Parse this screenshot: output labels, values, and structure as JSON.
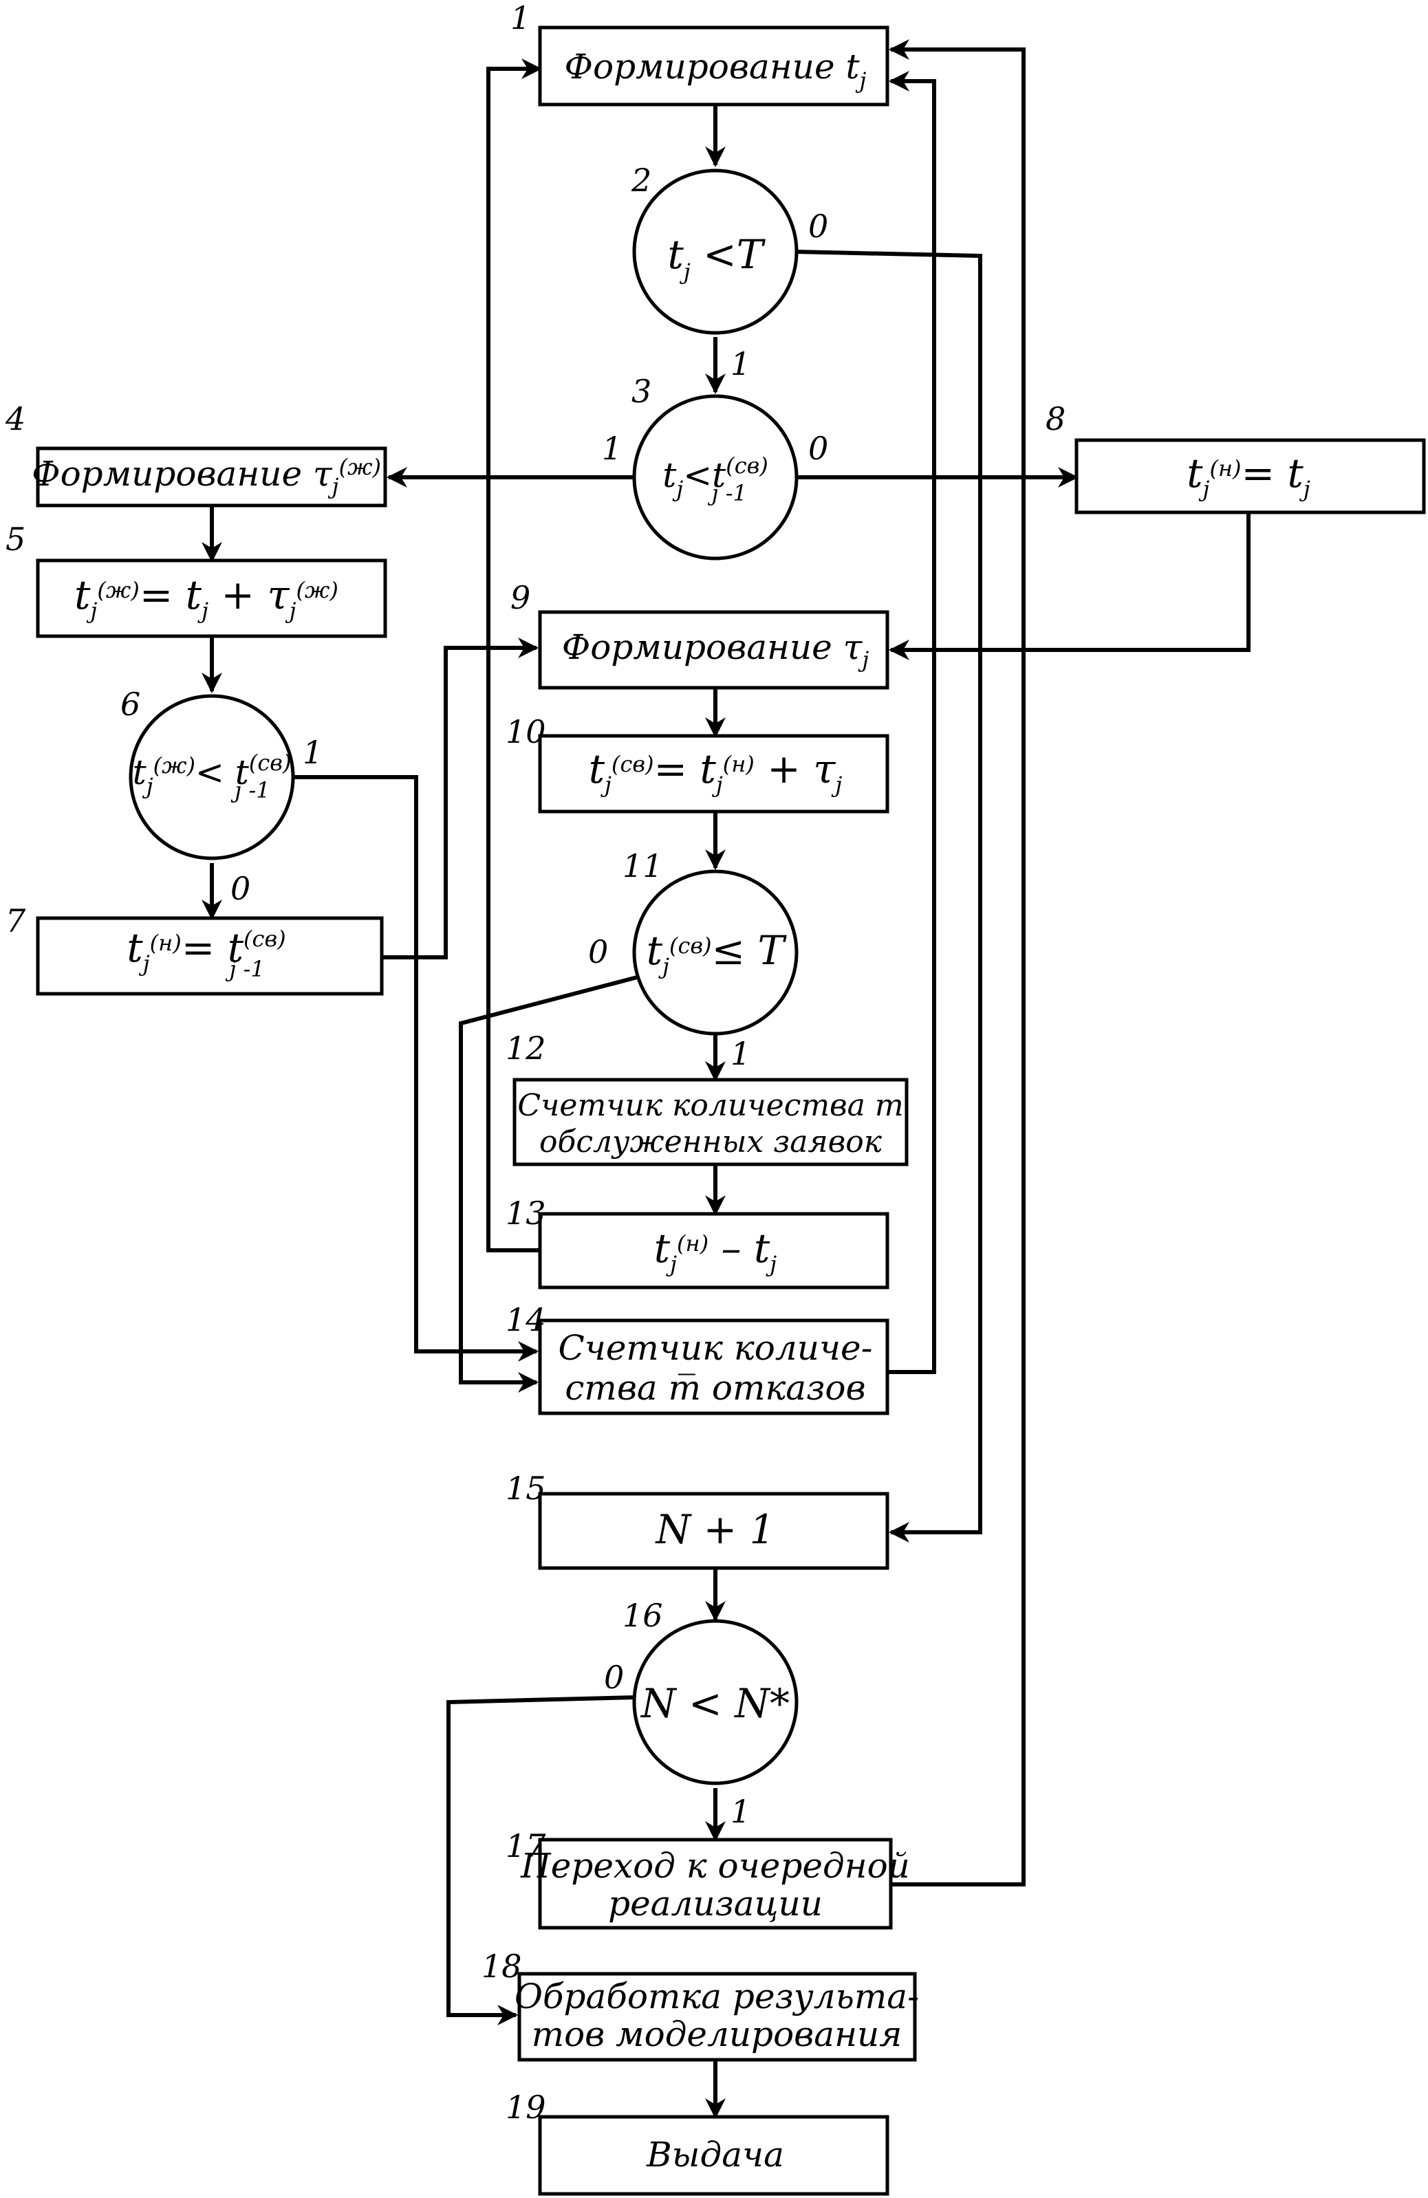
{
  "nodes": {
    "n1": {
      "num": "1",
      "text": "Формирование t",
      "sub": "j"
    },
    "n2": {
      "num": "2",
      "a": "t",
      "a_sub": "j",
      "op": " <T",
      "out0": "0",
      "out1": "1"
    },
    "n3": {
      "num": "3",
      "a": "t",
      "a_sub": "j",
      "op": "<t",
      "b_sub": "j -1",
      "b_sup": "(св)",
      "out0": "0",
      "out1": "1"
    },
    "n4": {
      "num": "4",
      "text": "Формирование τ",
      "sub": "j",
      "sup": "(ж)"
    },
    "n5": {
      "num": "5",
      "a": "t",
      "a_sub": "j",
      "a_sup": "(ж)",
      "mid": "= t",
      "mid_sub": "j",
      "plus": " + τ",
      "c_sub": "j",
      "c_sup": "(ж)"
    },
    "n6": {
      "num": "6",
      "a": "t",
      "a_sub": "j",
      "a_sup": "(ж)",
      "op": "< t",
      "b_sub": "j -1",
      "b_sup": "(св)",
      "out0": "0",
      "out1": "1"
    },
    "n7": {
      "num": "7",
      "a": "t",
      "a_sub": "j",
      "a_sup": "(н)",
      "op": "= t",
      "b_sub": "j -1",
      "b_sup": "(св)"
    },
    "n8": {
      "num": "8",
      "a": "t",
      "a_sub": "j",
      "a_sup": "(н)",
      "op": "= t",
      "b_sub": "j"
    },
    "n9": {
      "num": "9",
      "text": "Формирование τ",
      "sub": "j"
    },
    "n10": {
      "num": "10",
      "a": "t",
      "a_sub": "j",
      "a_sup": "(св)",
      "op": "= t",
      "b_sub": "j",
      "b_sup": "(н)",
      "plus": " + τ",
      "c_sub": "j"
    },
    "n11": {
      "num": "11",
      "a": "t",
      "a_sub": "j",
      "a_sup": "(св)",
      "op": "≤ T",
      "out0": "0",
      "out1": "1"
    },
    "n12": {
      "num": "12",
      "line1": "Счетчик количества m",
      "line2": "обслуженных заявок"
    },
    "n13": {
      "num": "13",
      "a": "t",
      "a_sub": "j",
      "a_sup": "(н)",
      "op": " – t",
      "b_sub": "j"
    },
    "n14": {
      "num": "14",
      "line1": "Счетчик   количе-",
      "line2": "ства  m̅  отказов"
    },
    "n15": {
      "num": "15",
      "text": "N + 1"
    },
    "n16": {
      "num": "16",
      "text": "N < N*",
      "out0": "0",
      "out1": "1"
    },
    "n17": {
      "num": "17",
      "line1": "Переход к очередной",
      "line2": "реализации"
    },
    "n18": {
      "num": "18",
      "line1": "Обработка  результа-",
      "line2": "тов  моделирования"
    },
    "n19": {
      "num": "19",
      "text": "Выдача"
    }
  }
}
